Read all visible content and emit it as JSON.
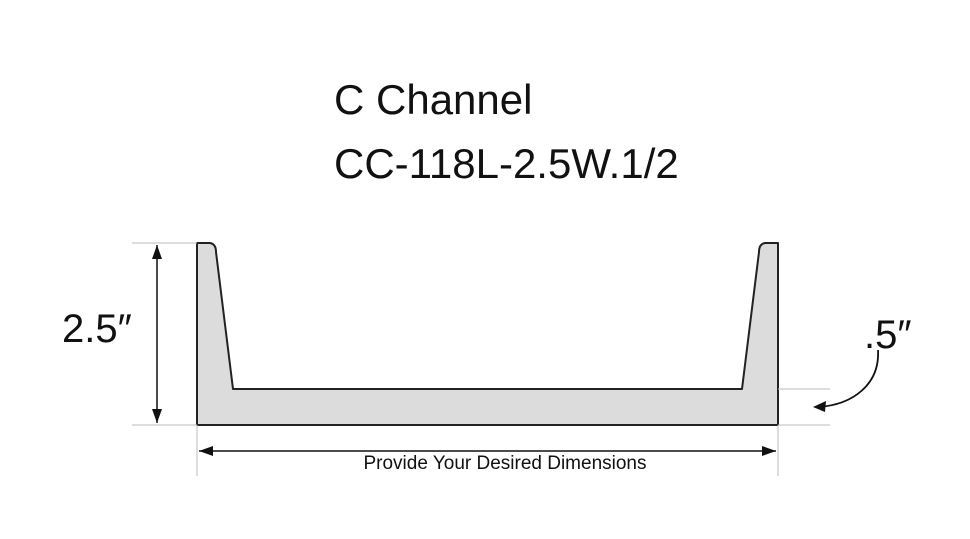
{
  "diagram": {
    "title": "C Channel",
    "part_number": "CC-118L-2.5W.1/2",
    "height_label": "2.5″",
    "thickness_label": ".5″",
    "width_label": "Provide Your Desired Dimensions",
    "profile_fill": "#dcdcdc",
    "outline_color": "#222222"
  }
}
